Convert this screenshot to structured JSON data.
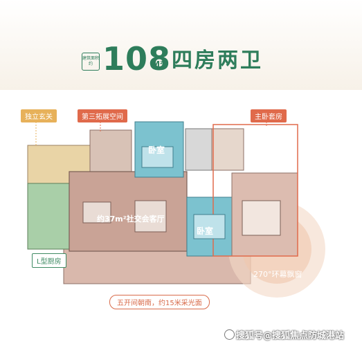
{
  "header": {
    "area_tag": "建筑面积约",
    "area_value": "108",
    "area_unit": "M²",
    "layout_name": "四房两卫"
  },
  "callouts": {
    "entry": "独立玄关",
    "third_space": "第三拓展空间",
    "master_suite": "主卧套房",
    "l_kitchen": "L型厨房",
    "window": "270°环幕飘窗",
    "bottom": "五开间朝南，约15米采光面"
  },
  "rooms": {
    "bedroom1": "卧室",
    "bedroom2": "卧室",
    "living": "约37m²社交会客厅"
  },
  "watermark": "搜狐号@搜狐焦点防城港站",
  "colors": {
    "brand_green": "#2e7d5b",
    "accent_orange": "#e06a4b",
    "accent_yellow": "#e7b15a",
    "living_fill": "#c9a396",
    "bedroom_fill": "#7cc2cf",
    "kitchen_fill": "#a9cfa8"
  }
}
